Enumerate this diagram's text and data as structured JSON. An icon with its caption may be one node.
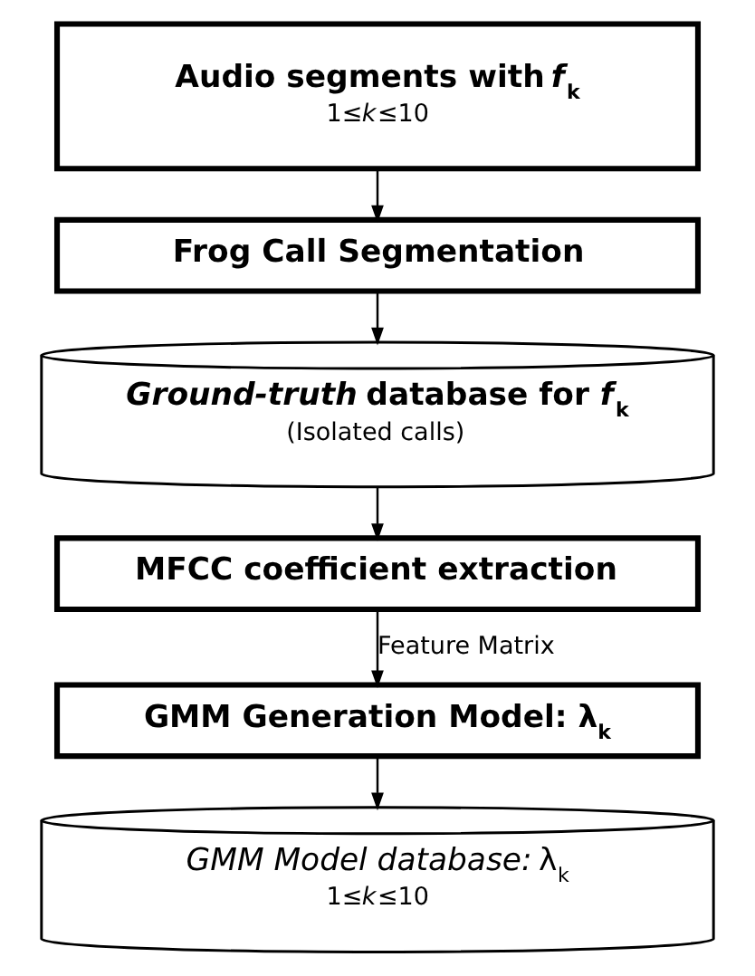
{
  "diagram": {
    "nodes": [
      {
        "text": [
          "Audio segments with *f*$_{k}$",
          "1≤*k*≤10"
        ]
      },
      {
        "text": [
          "Frog Call Segmentation"
        ]
      },
      {
        "text": [
          "*Ground-truth* database for *f*$_{k}$",
          "(Isolated calls)"
        ]
      },
      {
        "text": [
          "MFCC coefficient extraction"
        ]
      },
      {
        "text": [
          "GMM Generation Model: λ$_{k}$"
        ]
      },
      {
        "text": [
          "*GMM Model database:* λ$_{k}$",
          "1≤*k*≤10"
        ]
      }
    ],
    "edges": [
      {
        "from": 0,
        "to": 1,
        "arrow": "to"
      },
      {
        "from": 1,
        "to": 2,
        "arrow": "to"
      },
      {
        "from": 2,
        "to": 3,
        "arrow": "to"
      },
      {
        "from": 3,
        "to": 4,
        "arrow": "to",
        "label": "Feature Matrix"
      },
      {
        "from": 4,
        "to": 5,
        "arrow": "to"
      }
    ]
  }
}
